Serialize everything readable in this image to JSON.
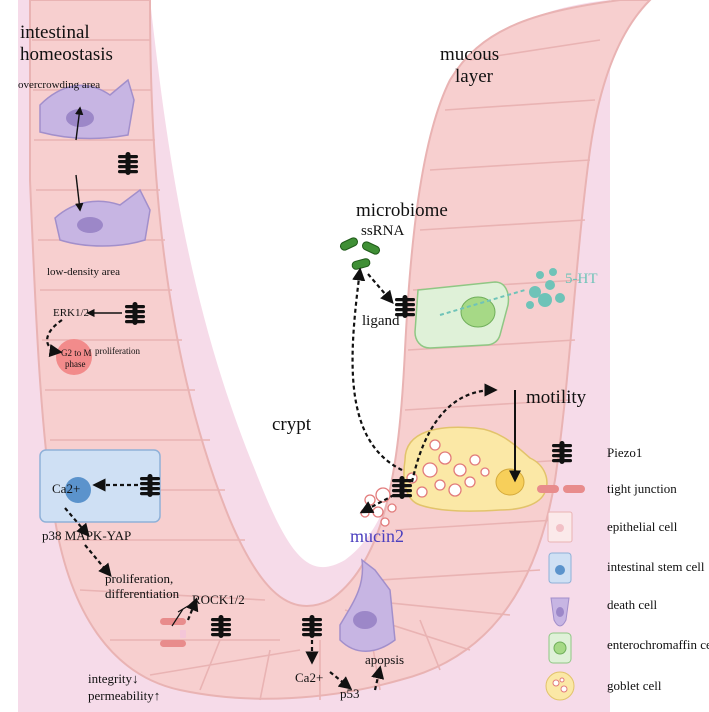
{
  "labels": {
    "intestinal": "intestinal",
    "homeostasis": "homeostasis",
    "overcrowding": "overcrowding area",
    "low_density": "low-density area",
    "erk": "ERK1/2",
    "proliferation": "proliferation",
    "g2m_1": "G2 to M",
    "g2m_2": "phase",
    "ca_left": "Ca2+",
    "p38": "p38 MAPK-YAP",
    "prolif_diff_1": "proliferation,",
    "prolif_diff_2": "differentiation",
    "rock": "ROCK1/2",
    "integrity": "integrity↓",
    "permeability": "permeability↑",
    "mucous_1": "mucous",
    "mucous_2": "layer",
    "microbiome": "microbiome",
    "ssrna": "ssRNA",
    "ligand": "ligand",
    "serotonin": "5-HT",
    "crypt": "crypt",
    "motility": "motility",
    "mucin": "mucin2",
    "ca_bottom": "Ca2+",
    "p53": "p53",
    "apopsis": "apopsis"
  },
  "legend": [
    {
      "icon": "piezo1-icon",
      "label": "Piezo1"
    },
    {
      "icon": "tight-junction-icon",
      "label": "tight junction"
    },
    {
      "icon": "epithelial-cell-icon",
      "label": "epithelial cell"
    },
    {
      "icon": "intestinal-stem-cell-icon",
      "label": "intestinal stem cell"
    },
    {
      "icon": "death-cell-icon",
      "label": "death cell"
    },
    {
      "icon": "enterochromaffin-cell-icon",
      "label": "enterochromaffin cell"
    },
    {
      "icon": "goblet-cell-icon",
      "label": "goblet cell"
    }
  ],
  "colors": {
    "mucus": "#f6dbe9",
    "epithelium": "#f7cfcf",
    "cell_border": "#e9b3b3",
    "stem_cell": "#cfe0f4",
    "death_cell": "#c7b5e3",
    "ec_cell": "#dff1d8",
    "goblet_cell": "#fbe8a6",
    "junction": "#e88c8c",
    "serotonin": "#6fc3b8",
    "mucin_text": "#4b3fbf"
  }
}
